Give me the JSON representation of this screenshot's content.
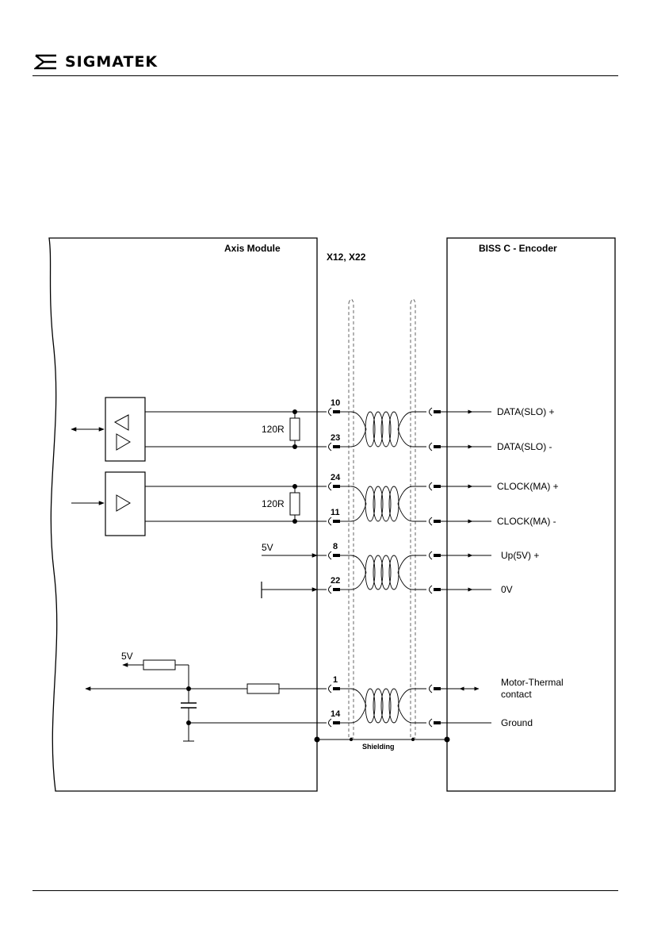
{
  "header": {
    "logo_text": "SIGMATEK",
    "logo_icon": "sigmatek-logo-icon"
  },
  "diagram": {
    "left_title": "Axis Module",
    "connector_title": "X12, X22",
    "right_title": "BISS C - Encoder",
    "resistor_top": "120R",
    "resistor_bottom": "120R",
    "supply_5v": "5V",
    "thermal_5v": "5V",
    "shielding": "Shielding",
    "pins": {
      "p10": "10",
      "p23": "23",
      "p24": "24",
      "p11": "11",
      "p8": "8",
      "p22": "22",
      "p1": "1",
      "p14": "14"
    },
    "signals": {
      "data_plus": "DATA(SLO) +",
      "data_minus": "DATA(SLO) -",
      "clock_plus": "CLOCK(MA) +",
      "clock_minus": "CLOCK(MA) -",
      "up": "Up(5V) +",
      "zero_v": "0V",
      "motor_thermal_1": "Motor-Thermal",
      "motor_thermal_2": "contact",
      "ground": "Ground"
    }
  }
}
